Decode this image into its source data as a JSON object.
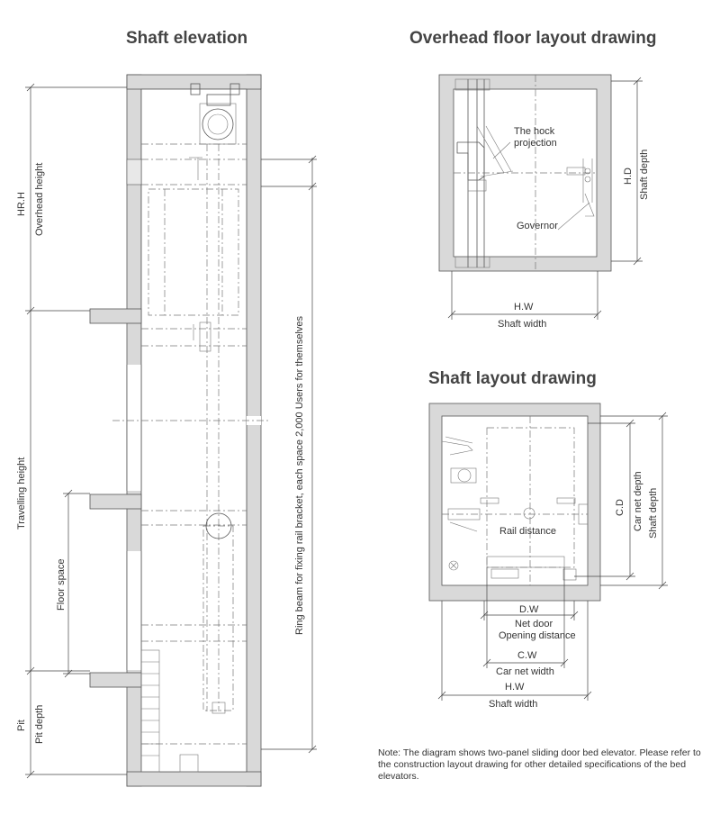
{
  "headings": {
    "shaft_elevation": "Shaft elevation",
    "overhead_floor": "Overhead floor layout drawing",
    "shaft_layout": "Shaft layout drawing"
  },
  "elevation": {
    "hr_h": "HR.H",
    "overhead_height": "Overhead height",
    "travelling_height": "Travelling height",
    "floor_space": "Floor space",
    "pit": "Pit",
    "pit_depth": "Pit depth",
    "ring_beam": "Ring beam for fixing rail bracket, each space 2,000  Users for themselves"
  },
  "overhead": {
    "hook_projection": "The hock projection",
    "governor": "Governor",
    "h_d": "H.D",
    "shaft_depth": "Shaft depth",
    "h_w": "H.W",
    "shaft_width": "Shaft width"
  },
  "layout": {
    "rail_distance": "Rail distance",
    "c_d": "C.D",
    "car_net_depth": "Car net depth",
    "shaft_depth": "Shaft depth",
    "d_w": "D.W",
    "net_door": "Net door",
    "opening_distance": "Opening distance",
    "c_w": "C.W",
    "car_net_width": "Car net width",
    "h_w": "H.W",
    "shaft_width": "Shaft width"
  },
  "note": "Note: The diagram shows two-panel sliding door bed elevator. Please refer to the construction layout drawing for other detailed specifications of the bed elevators."
}
